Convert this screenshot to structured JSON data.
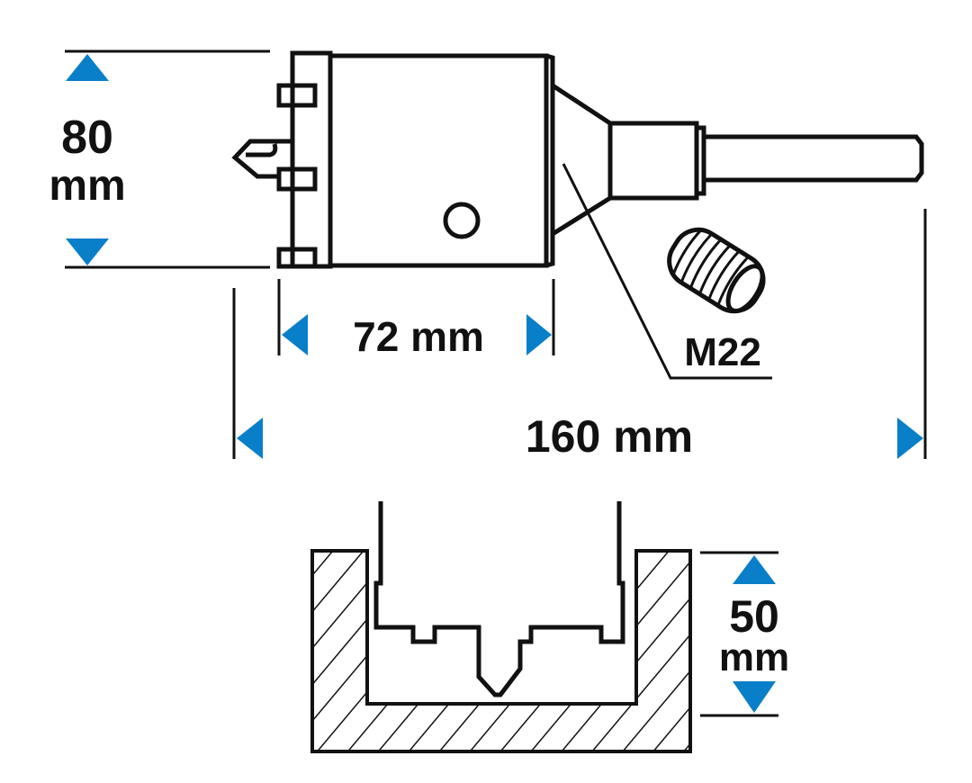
{
  "colors": {
    "arrow": "#0a7fc9",
    "line": "#111111"
  },
  "dimensions": {
    "diameter": {
      "value": "80",
      "unit": "mm"
    },
    "cutting_length": "72 mm",
    "total_length": "160 mm",
    "thread": "M22",
    "cutting_depth": {
      "value": "50",
      "unit": "mm"
    }
  }
}
